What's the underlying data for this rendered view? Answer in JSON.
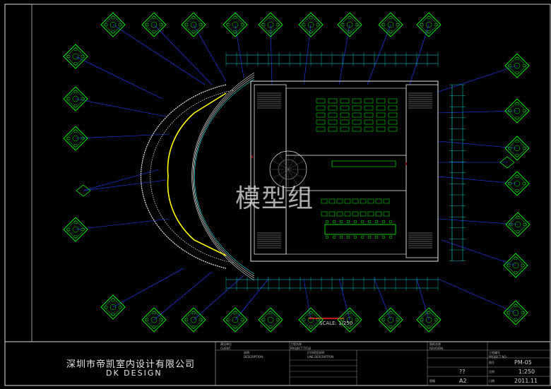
{
  "watermark": "模型组",
  "scale_label": "SCALE: 1/250",
  "title_block": {
    "company_cn": "深圳市帝凯室内设计有限公司",
    "company_en": "DK    DESIGN",
    "client_cn": "建设单位",
    "client_en": "CLIENT",
    "project_cn": "工程名称",
    "project_en": "PROJECT TITLE",
    "description_cn": "说明",
    "description_en": "DESCRIPTION",
    "line_cn": "打印线型说明",
    "line_en": "LINE DESCRIPTION",
    "revision_cn": "图纸名称",
    "revision_en": "REVISION",
    "project_no_cn": "工程编号",
    "project_no_en": "PROJECT NO.",
    "drawing_no_label": "图号",
    "drawing_no": "PM-05",
    "scale_label": "比例",
    "scale_value": "1:250",
    "date_label": "日期",
    "date_value": "2011.11",
    "frame_label": "图幅",
    "frame_value": "A2",
    "category_value": "??"
  },
  "colors": {
    "background": "#000000",
    "wall": "#e8e8e8",
    "outline": "#00ff00",
    "accent": "#ffff00",
    "leader": "#2040ff",
    "dimension": "#00e0e0",
    "red": "#ff2020"
  }
}
